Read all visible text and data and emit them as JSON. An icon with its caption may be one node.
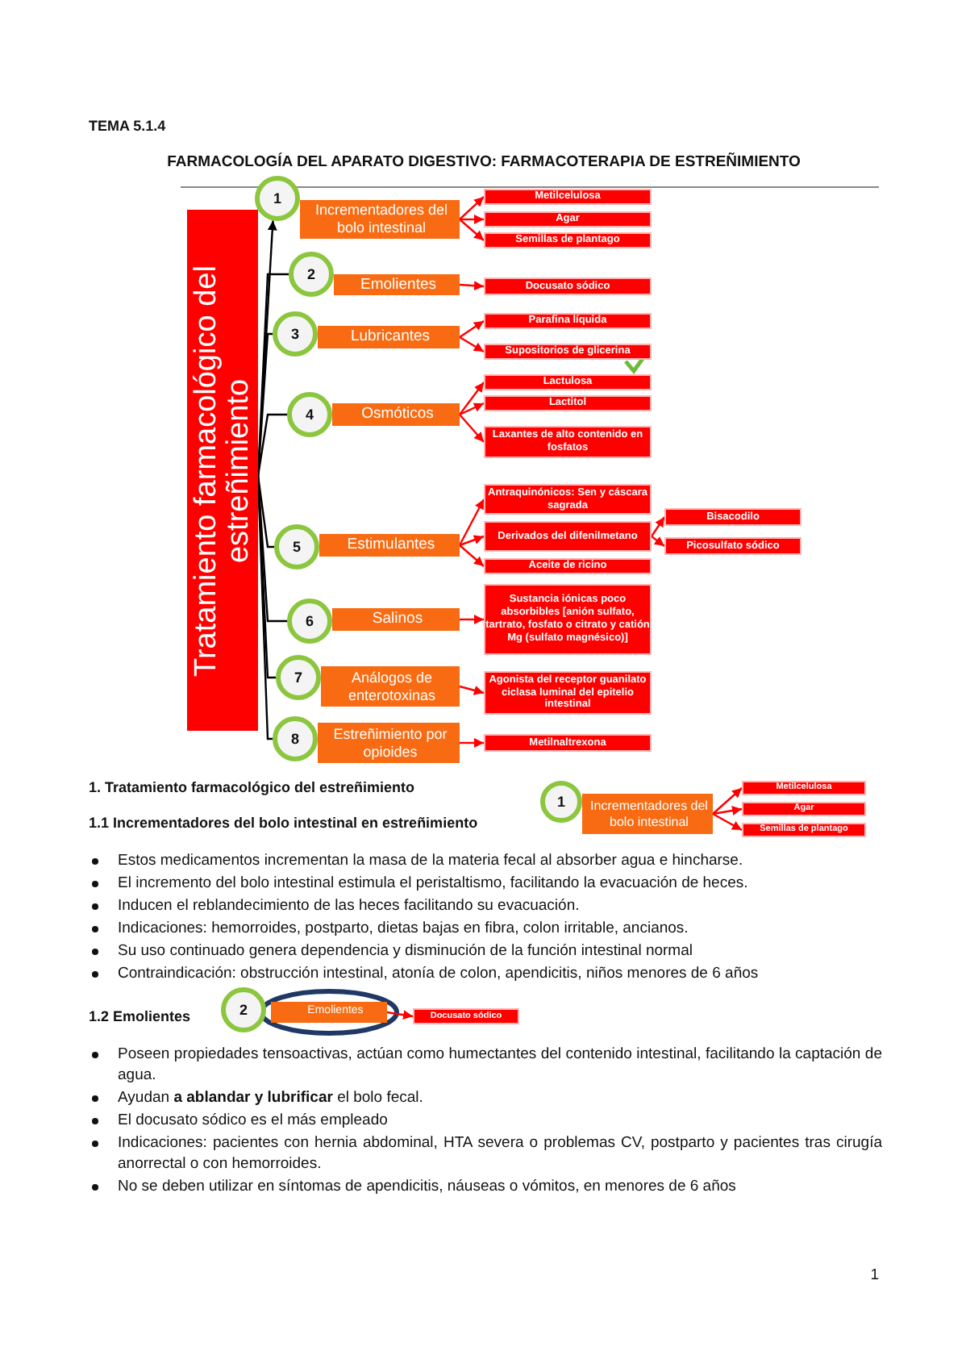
{
  "diagram": {
    "title": "FARMACOLOGÍA DEL APARATO DIGESTIVO: FARMACOTERAPIA DE ESTREÑIMIENTO",
    "nodes": [
      {
        "text": [
          "Tratamiento farmacológico del estreñimiento"
        ]
      },
      {
        "text": [
          "1"
        ]
      },
      {
        "text": [
          "Incrementadores del bolo intestinal"
        ]
      },
      {
        "text": [
          "Metilcelulosa"
        ]
      },
      {
        "text": [
          "Agar"
        ]
      },
      {
        "text": [
          "Semillas de plantago"
        ]
      },
      {
        "text": [
          "2"
        ]
      },
      {
        "text": [
          "Emolientes"
        ]
      },
      {
        "text": [
          "Docusato sódico"
        ]
      },
      {
        "text": [
          "3"
        ]
      },
      {
        "text": [
          "Lubricantes"
        ]
      },
      {
        "text": [
          "Parafina líquida"
        ]
      },
      {
        "text": [
          "Supositorios de glicerina"
        ]
      },
      {
        "text": [
          "4"
        ]
      },
      {
        "text": [
          "Osmóticos"
        ]
      },
      {
        "text": [
          "Lactulosa"
        ]
      },
      {
        "text": [
          "Lactitol"
        ]
      },
      {
        "text": [
          "Laxantes de alto contenido en fosfatos"
        ]
      },
      {
        "text": [
          "5"
        ]
      },
      {
        "text": [
          "Estimulantes"
        ]
      },
      {
        "text": [
          "Antraquinónicos: Sen y cáscara sagrada"
        ]
      },
      {
        "text": [
          "Derivados del difenilmetano"
        ]
      },
      {
        "text": [
          "Aceite de ricino"
        ]
      },
      {
        "text": [
          "Bisacodilo"
        ]
      },
      {
        "text": [
          "Picosulfato sódico"
        ]
      },
      {
        "text": [
          "6"
        ]
      },
      {
        "text": [
          "Salinos"
        ]
      },
      {
        "text": [
          "Sustancia iónicas poco absorbibles [anión sulfato, tartrato, fosfato o citrato y catión Mg (sulfato magnésico)]"
        ]
      },
      {
        "text": [
          "7"
        ]
      },
      {
        "text": [
          "Análogos de enterotoxinas"
        ]
      },
      {
        "text": [
          "Agonista del receptor guanilato ciclasa luminal del epitelio intestinal"
        ]
      },
      {
        "text": [
          "8"
        ]
      },
      {
        "text": [
          "Estreñimiento por opioides"
        ]
      },
      {
        "text": [
          "Metilnaltrexona"
        ]
      },
      {
        "text": [
          "1"
        ]
      },
      {
        "text": [
          "Incrementadores del bolo intestinal"
        ]
      },
      {
        "text": [
          "Metilcelulosa"
        ]
      },
      {
        "text": [
          "Agar"
        ]
      },
      {
        "text": [
          "Semillas de plantago"
        ]
      },
      {
        "text": [
          "2"
        ]
      },
      {
        "text": [
          "Emolientes"
        ]
      },
      {
        "text": [
          "Docusato sódico"
        ]
      }
    ],
    "edges": [
      {
        "from": 0,
        "to": 1,
        "arrow": "to",
        "color": "#000000"
      },
      {
        "from": 0,
        "to": 6,
        "arrow": "none",
        "color": "#000000"
      },
      {
        "from": 0,
        "to": 9,
        "arrow": "none",
        "color": "#000000"
      },
      {
        "from": 0,
        "to": 13,
        "arrow": "none",
        "color": "#000000"
      },
      {
        "from": 0,
        "to": 18,
        "arrow": "none",
        "color": "#000000"
      },
      {
        "from": 0,
        "to": 25,
        "arrow": "none",
        "color": "#000000"
      },
      {
        "from": 0,
        "to": 28,
        "arrow": "none",
        "color": "#000000"
      },
      {
        "from": 0,
        "to": 31,
        "arrow": "none",
        "color": "#000000"
      },
      {
        "from": 2,
        "to": 3,
        "arrow": "to"
      },
      {
        "from": 2,
        "to": 4,
        "arrow": "to"
      },
      {
        "from": 2,
        "to": 5,
        "arrow": "to"
      },
      {
        "from": 7,
        "to": 8,
        "arrow": "to"
      },
      {
        "from": 10,
        "to": 11,
        "arrow": "to"
      },
      {
        "from": 10,
        "to": 12,
        "arrow": "to"
      },
      {
        "from": 14,
        "to": 15,
        "arrow": "to"
      },
      {
        "from": 14,
        "to": 16,
        "arrow": "to"
      },
      {
        "from": 14,
        "to": 17,
        "arrow": "to"
      },
      {
        "from": 19,
        "to": 20,
        "arrow": "to"
      },
      {
        "from": 19,
        "to": 21,
        "arrow": "to"
      },
      {
        "from": 19,
        "to": 22,
        "arrow": "to"
      },
      {
        "from": 21,
        "to": 23,
        "arrow": "to"
      },
      {
        "from": 21,
        "to": 24,
        "arrow": "to"
      },
      {
        "from": 26,
        "to": 27,
        "arrow": "to"
      },
      {
        "from": 29,
        "to": 30,
        "arrow": "to"
      },
      {
        "from": 32,
        "to": 33,
        "arrow": "to"
      },
      {
        "from": 35,
        "to": 36,
        "arrow": "to"
      },
      {
        "from": 35,
        "to": 37,
        "arrow": "to"
      },
      {
        "from": 35,
        "to": 38,
        "arrow": "to"
      },
      {
        "from": 40,
        "to": 41,
        "arrow": "to"
      }
    ],
    "labels": [
      "TEMA 5.1.4",
      "1. Tratamiento farmacológico del estreñimiento",
      "1.1 Incrementadores del bolo intestinal en estreñimiento",
      "Estos medicamentos incrementan la masa de la materia fecal al absorber agua e hincharse.",
      "El incremento del bolo intestinal estimula el peristaltismo, facilitando la evacuación de heces.",
      "Inducen el reblandecimiento de las heces facilitando su evacuación.",
      "Indicaciones: hemorroides, postparto, dietas bajas en fibra, colon irritable, ancianos.",
      "Su uso continuado genera dependencia y disminución de la función intestinal normal",
      "Contraindicación: obstrucción intestinal, atonía de colon, apendicitis, niños menores de 6 años",
      "1.2 Emolientes",
      "Poseen propiedades tensoactivas, actúan como humectantes del contenido intestinal, facilitando la captación de agua.",
      "Ayudan **a ablandar y lubrificar** el bolo fecal.",
      "El docusato sódico es el más empleado",
      "Indicaciones: pacientes con hernia abdominal, HTA severa o problemas CV, postparto y pacientes tras cirugía anorrectal o con hemorroides.",
      "No se deben utilizar en síntomas de apendicitis, náuseas o vómitos, en menores de 6 años",
      "1"
    ]
  }
}
